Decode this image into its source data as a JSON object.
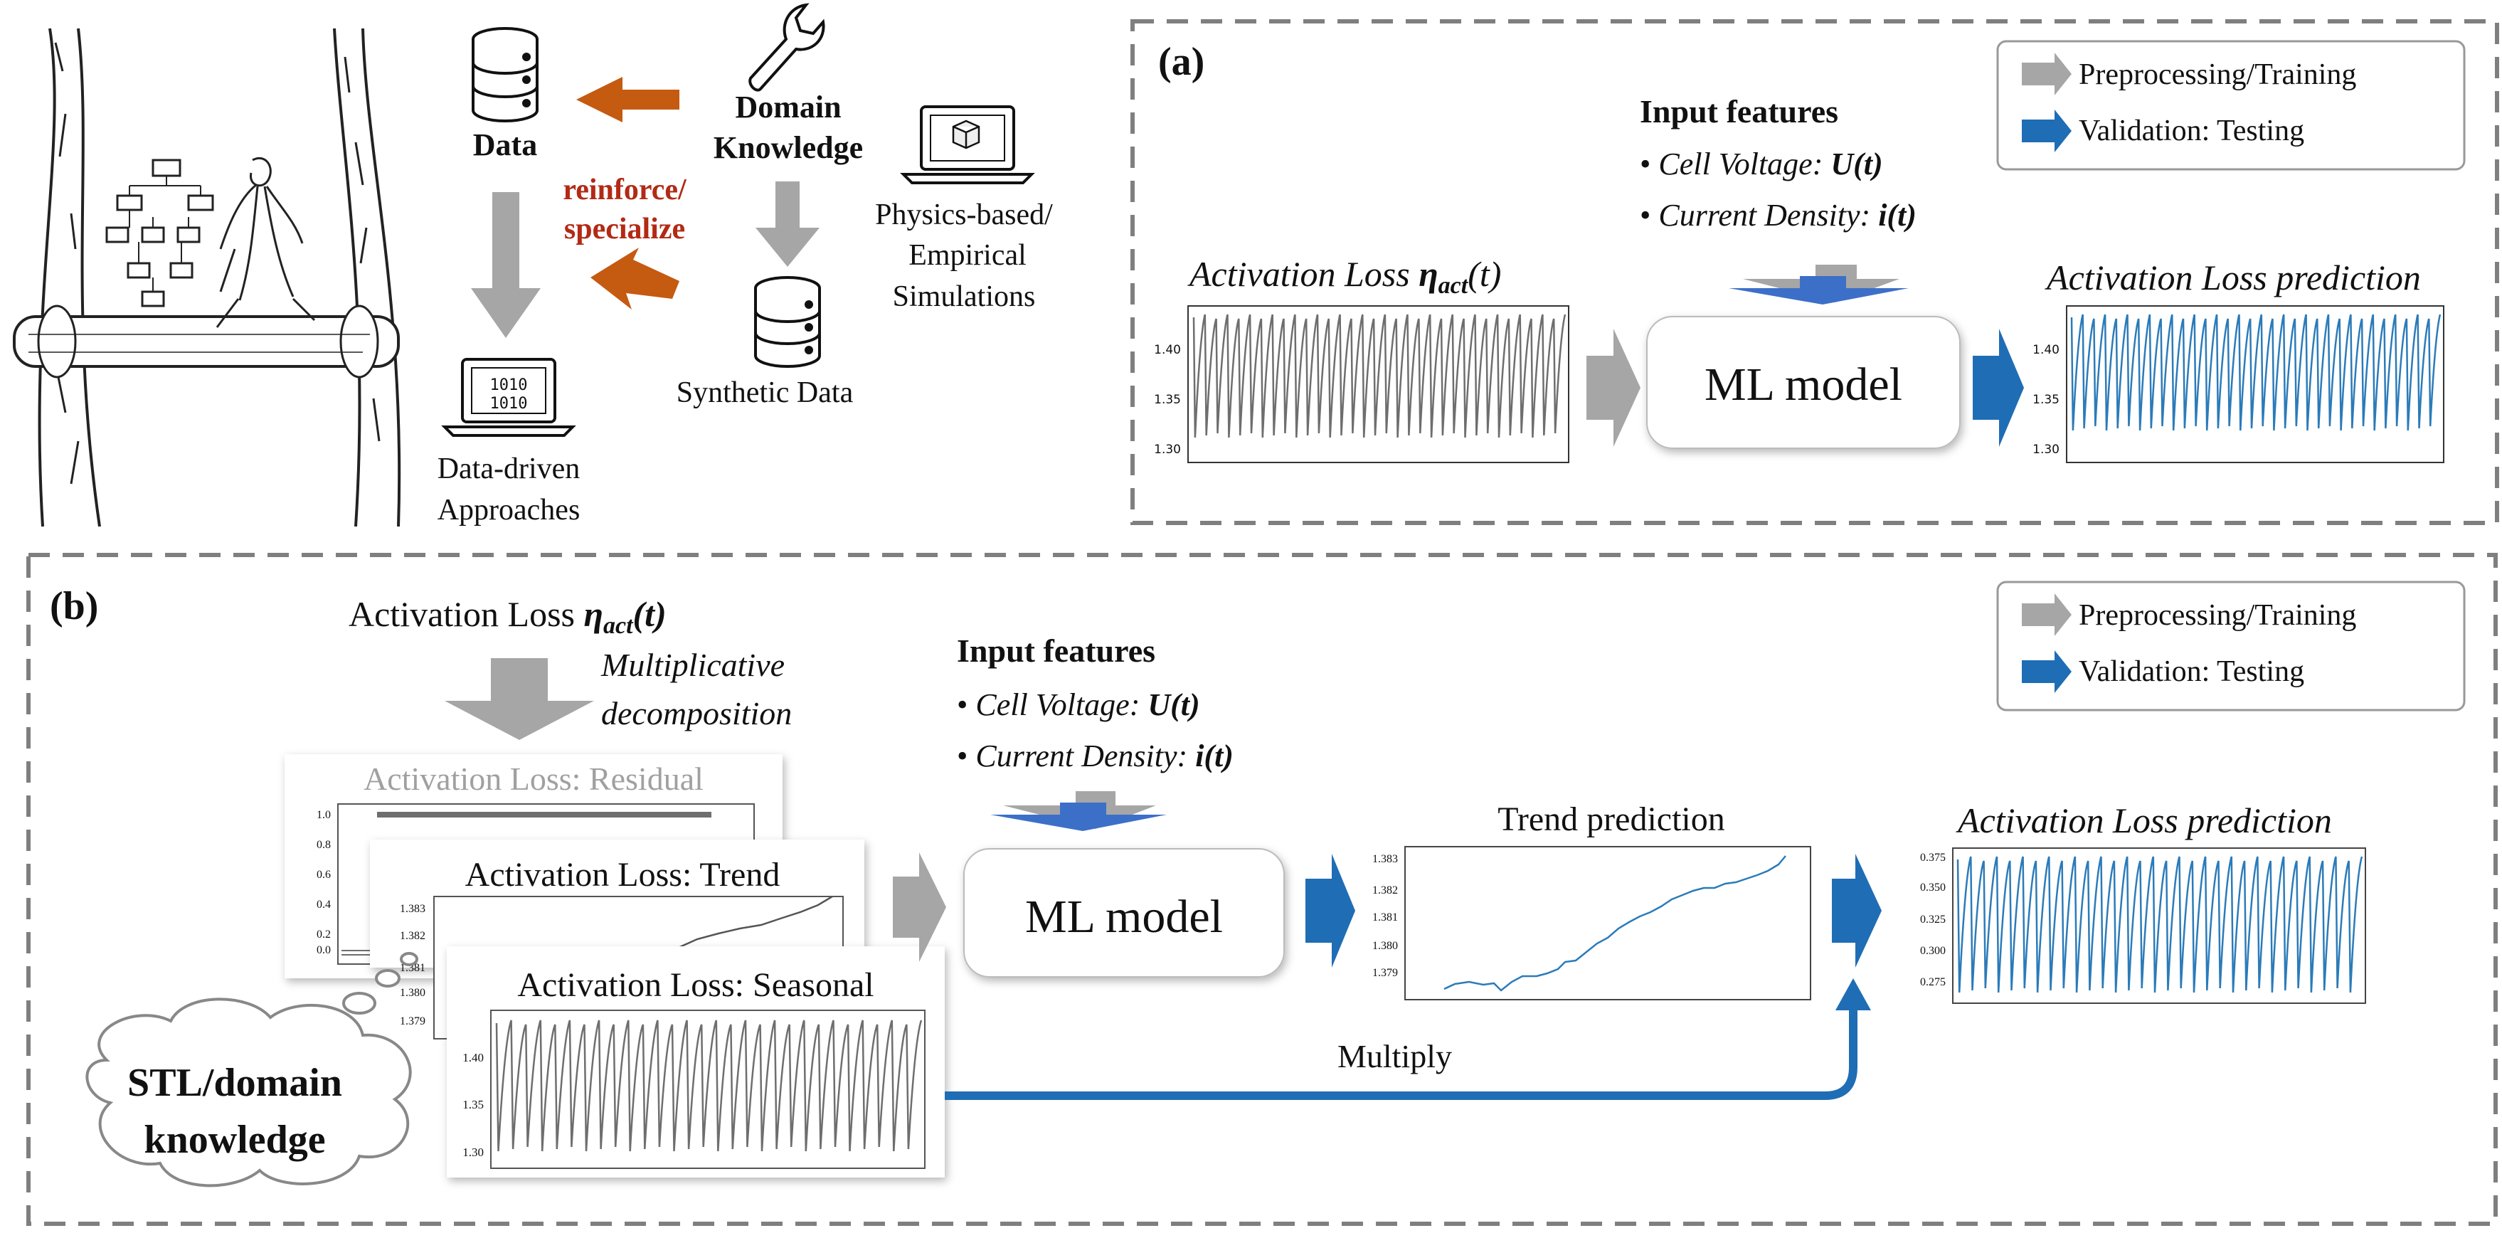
{
  "colors": {
    "train_arrow": "#a6a6a6",
    "test_arrow": "#1f6db5",
    "reinforce_arrow": "#c55a11",
    "reinforce_text": "#b22a15",
    "dashed_border": "#7f7f7f",
    "series_gray": "#6e6e6e",
    "series_blue": "#2b7bb9",
    "path_blue": "#1f6db5"
  },
  "top_left": {
    "data_label": "Data",
    "domain_label_1": "Domain",
    "domain_label_2": "Knowledge",
    "reinforce_1": "reinforce/",
    "reinforce_2": "specialize",
    "physics_1": "Physics-based/",
    "physics_2": "Empirical",
    "physics_3": "Simulations",
    "synthetic_label": "Synthetic Data",
    "datadriven_1": "Data-driven",
    "datadriven_2": "Approaches",
    "laptop_screen_1": "1010",
    "laptop_screen_2": "1010",
    "icons": [
      "database-icon",
      "wrench-icon",
      "laptop-cube-icon",
      "laptop-binary-icon",
      "ladder-illustration"
    ]
  },
  "panel_a": {
    "tag": "(a)",
    "legend_train": "Preprocessing/Training",
    "legend_test": "Validation: Testing",
    "input_title": "Input features",
    "feature_1_name": "Cell Voltage:",
    "feature_1_sym": "U(t)",
    "feature_2_name": "Current Density:",
    "feature_2_sym": "i(t)",
    "loss_title": "Activation Loss",
    "loss_sym_eta": "η",
    "loss_sym_sub": "act",
    "loss_sym_t": "(t)",
    "model_label": "ML model",
    "pred_title": "Activation Loss prediction",
    "chart_in_ticks": [
      "1.40",
      "1.35",
      "1.30"
    ],
    "chart_out_ticks": [
      "1.40",
      "1.35",
      "1.30"
    ]
  },
  "panel_b": {
    "tag": "(b)",
    "legend_train": "Preprocessing/Training",
    "legend_test": "Validation: Testing",
    "loss_title": "Activation Loss",
    "loss_sym_eta": "η",
    "loss_sym_sub": "act",
    "loss_sym_t": "(t)",
    "decomp_1": "Multiplicative",
    "decomp_2": "decomposition",
    "residual_title": "Activation Loss: Residual",
    "residual_ticks": [
      "1.0",
      "0.8",
      "0.6",
      "0.4",
      "0.2",
      "0.0"
    ],
    "trend_card_title": "Activation Loss: Trend",
    "trend_card_ticks": [
      "1.383",
      "1.382",
      "1.381",
      "1.380",
      "1.379"
    ],
    "seasonal_title": "Activation Loss: Seasonal",
    "seasonal_ticks": [
      "1.40",
      "1.35",
      "1.30"
    ],
    "cloud_1": "STL/domain",
    "cloud_2": "knowledge",
    "input_title": "Input features",
    "feature_1_name": "Cell Voltage:",
    "feature_1_sym": "U(t)",
    "feature_2_name": "Current Density:",
    "feature_2_sym": "i(t)",
    "model_label": "ML model",
    "trend_pred_title": "Trend prediction",
    "trend_pred_ticks": [
      "1.383",
      "1.382",
      "1.381",
      "1.380",
      "1.379"
    ],
    "multiply_label": "Multiply",
    "pred_title": "Activation Loss prediction",
    "pred_ticks": [
      "0.375",
      "0.350",
      "0.325",
      "0.300",
      "0.275"
    ]
  }
}
